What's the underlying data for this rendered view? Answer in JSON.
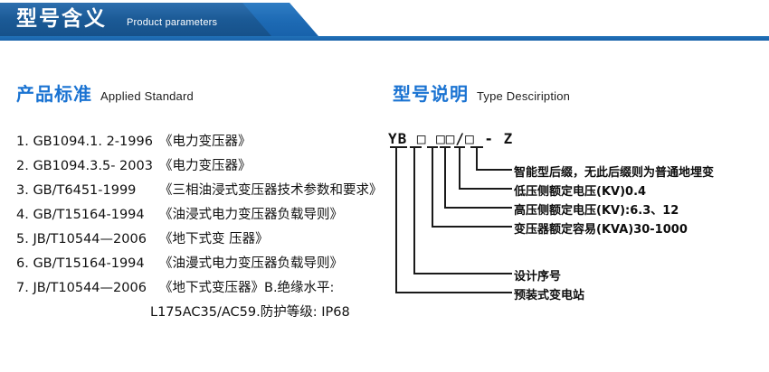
{
  "banner": {
    "title": "型号含义",
    "subtitle": "Product parameters",
    "color_dark": "#16518a",
    "color_light": "#1d6ab4",
    "color_rule": "#1862aa"
  },
  "sections": {
    "standard": {
      "heading_cn": "产品标准",
      "heading_en": "Applied Standard",
      "accent_color": "#1a73d2",
      "items": [
        {
          "code": "1. GB1094.1. 2-1996",
          "name": "《电力变压器》"
        },
        {
          "code": "2. GB1094.3.5- 2003",
          "name": "《电力变压器》"
        },
        {
          "code": "3. GB/T6451-1999",
          "name": "《三相油浸式变压器技术参数和要求》"
        },
        {
          "code": "4. GB/T15164-1994",
          "name": "《油浸式电力变压器负载导则》"
        },
        {
          "code": "5. JB/T10544—2006",
          "name": "《地下式变 压器》"
        },
        {
          "code": "6. GB/T15164-1994",
          "name": "《油漫式电力变压器负载导则》"
        },
        {
          "code": "7. JB/T10544—2006",
          "name": "《地下式变压器》B.绝缘水平:"
        }
      ],
      "continuation": "L175AC35/AC59.防护等级: IP68"
    },
    "type": {
      "heading_cn": "型号说明",
      "heading_en": "Type Desciription",
      "accent_color": "#1a73d2",
      "model_code": "YB □ □□/□ - Z",
      "callouts": [
        {
          "text": "智能型后缀，无此后缀则为普通地埋变"
        },
        {
          "text": "低压侧额定电压(KV)0.4"
        },
        {
          "text": "高压侧额定电压(KV):6.3、12"
        },
        {
          "text": "变压器额定容易(KVA)30-1000"
        },
        {
          "text": "设计序号"
        },
        {
          "text": "预装式变电站"
        }
      ]
    }
  }
}
